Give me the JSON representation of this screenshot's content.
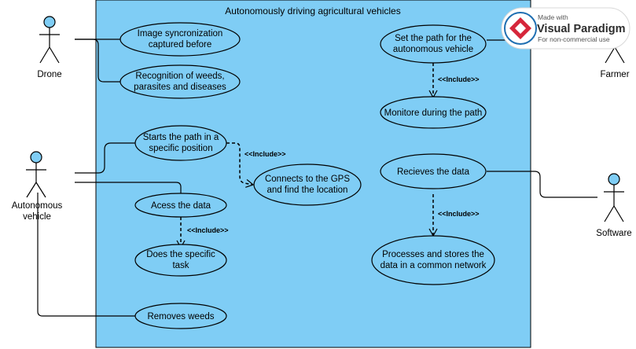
{
  "system": {
    "title": "Autonomously driving agricultural vehicles",
    "fill": "#7fcdf5"
  },
  "actors": {
    "drone": "Drone",
    "autonomous_vehicle": [
      "Autonomous",
      "vehicle"
    ],
    "farmer": "Farmer",
    "software": "Software"
  },
  "use_cases": {
    "image_sync": [
      "Image syncronization",
      "captured before"
    ],
    "recognition": [
      "Recognition of  weeds,",
      "parasites and diseases"
    ],
    "starts_path": [
      "Starts the path in a",
      "specific position"
    ],
    "connects_gps": [
      "Connects to the GPS",
      "and find the location"
    ],
    "access_data": "Acess the data",
    "specific_task": [
      "Does the specific",
      "task"
    ],
    "removes_weeds": "Removes weeds",
    "set_path": [
      "Set the path for the",
      "autonomous vehicle"
    ],
    "monitore": "Monitore during the path",
    "receives_data": "Recieves the data",
    "processes_data": [
      "Processes and stores the",
      "data in a common network"
    ]
  },
  "relations": {
    "include_label": "<<Include>>"
  },
  "watermark": {
    "made_with": "Made with",
    "brand": "Visual Paradigm",
    "note": "For non-commercial use"
  },
  "colors": {
    "actor_head": "#7fcdf5",
    "use_case_fill": "#7fcdf5",
    "line": "#000000",
    "brand_red": "#d6263b"
  }
}
